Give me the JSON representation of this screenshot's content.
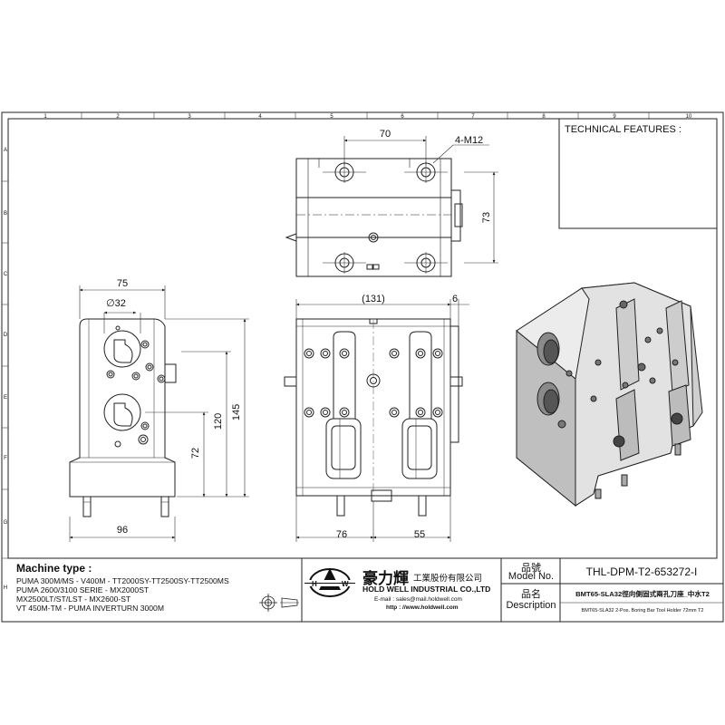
{
  "border": {
    "columns": [
      "1",
      "2",
      "3",
      "4",
      "5",
      "6",
      "7",
      "8",
      "9",
      "10"
    ],
    "rows": [
      "A",
      "B",
      "C",
      "D",
      "E",
      "F",
      "G",
      "H"
    ]
  },
  "technical_features": {
    "title": "TECHNICAL FEATURES :"
  },
  "dimensions": {
    "top_view": {
      "hole_spacing": "70",
      "thread": "4-M12",
      "height": "73"
    },
    "side_view": {
      "width": "75",
      "bore": "∅32",
      "height_total": "145",
      "height_mid": "120",
      "height_low": "72",
      "base_width": "96"
    },
    "front_view": {
      "length": "(131)",
      "offset": "6",
      "base_left": "76",
      "base_right": "55"
    }
  },
  "machine_type": {
    "title": "Machine type :",
    "lines": [
      "PUMA 300M/MS - V400M - TT2000SY-TT2500SY-TT2500MS",
      "PUMA 2600/3100 SERIE - MX2000ST",
      "MX2500LT/ST/LST - MX2600-ST",
      "VT 450M-TM - PUMA INVERTURN 3000M"
    ]
  },
  "company": {
    "name_zh_big": "豪力輝",
    "name_zh_small": "工業股份有限公司",
    "name_en": "HOLD WELL INDUSTRIAL CO.,LTD",
    "email_label": "E-mail : ",
    "email": "sales@mail.holdwell.com",
    "web_label": "http : ",
    "web": "//www.holdwell.com",
    "logo_letters": [
      "H",
      "W"
    ]
  },
  "model": {
    "label_zh": "品號",
    "label_en": "Model No.",
    "value": "THL-DPM-T2-653272-I"
  },
  "description": {
    "label_zh": "品名",
    "label_en": "Description",
    "value_zh": "BMT65-SLA32徑向側固式兩孔刀座_中水T2",
    "value_en": "BMT65-SLA32 2-Pos. Boring Bar Tool Holder 72mm T2"
  },
  "colors": {
    "line": "#222222",
    "dim": "#333333",
    "body_fill": "#dcdcdc",
    "paper": "#ffffff"
  }
}
